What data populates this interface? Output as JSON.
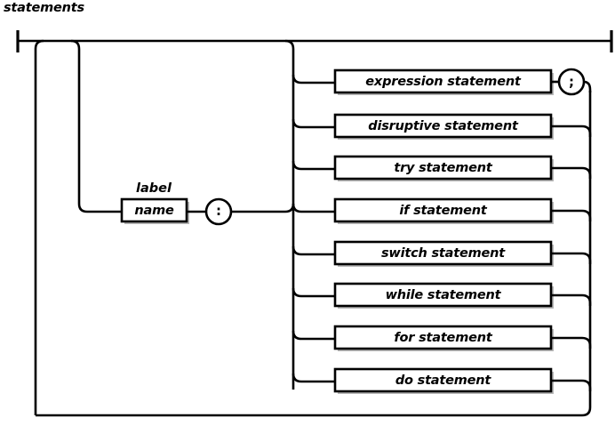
{
  "diagram": {
    "title": "statements",
    "type": "railroad-syntax-diagram",
    "stroke_color": "#000000",
    "background_color": "#ffffff",
    "shadow_color": "#b8b8b8",
    "entry_terminator": "start-bar",
    "exit_terminator": "end-bar",
    "label_annotation": "label",
    "label_box": "name",
    "label_separator": ":",
    "expression_terminator": ";",
    "alternatives": [
      {
        "label": "expression statement",
        "has_terminator": true,
        "terminator": ";"
      },
      {
        "label": "disruptive statement",
        "has_terminator": false,
        "terminator": ""
      },
      {
        "label": "try statement",
        "has_terminator": false,
        "terminator": ""
      },
      {
        "label": "if statement",
        "has_terminator": false,
        "terminator": ""
      },
      {
        "label": "switch statement",
        "has_terminator": false,
        "terminator": ""
      },
      {
        "label": "while statement",
        "has_terminator": false,
        "terminator": ""
      },
      {
        "label": "for statement",
        "has_terminator": false,
        "terminator": ""
      },
      {
        "label": "do statement",
        "has_terminator": false,
        "terminator": ""
      }
    ]
  }
}
